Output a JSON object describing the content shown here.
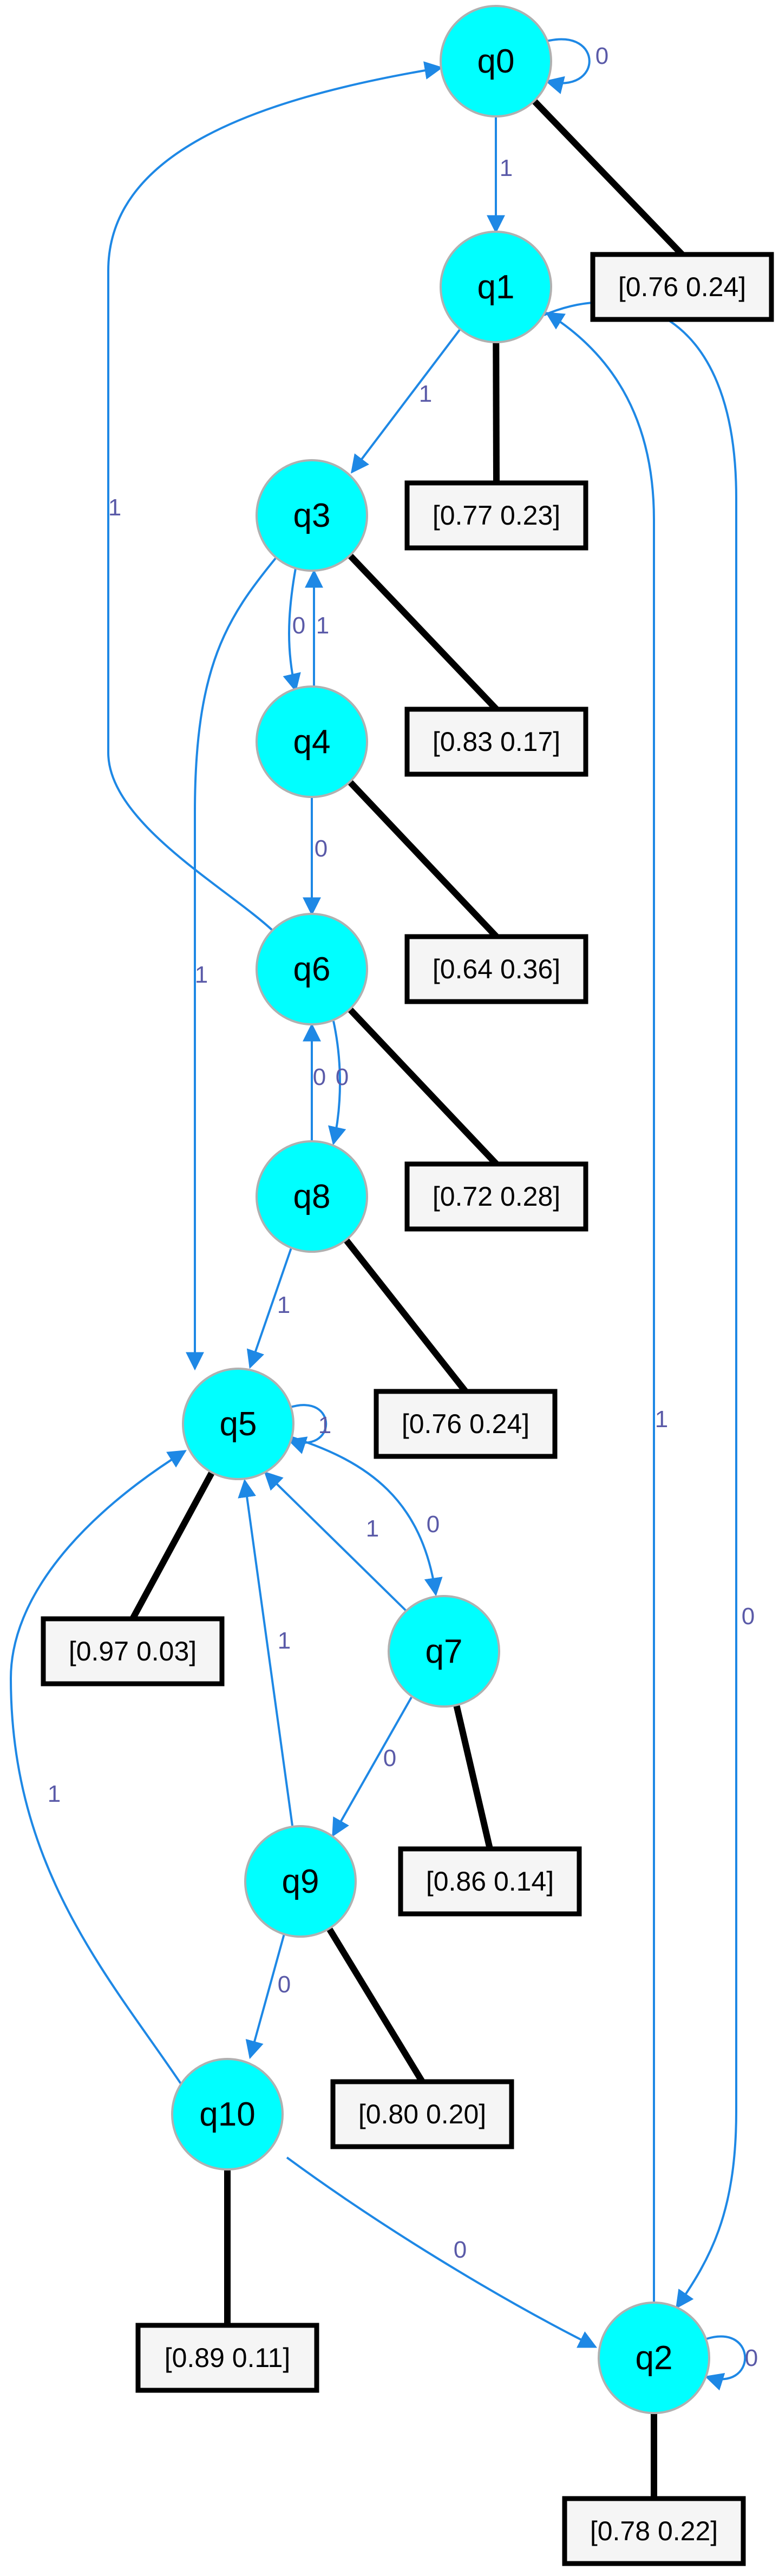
{
  "colors": {
    "node_fill": "#00ffff",
    "node_stroke": "#b0b0b0",
    "edge": "#1e88e5",
    "edge_label": "#5a5aa8",
    "box_fill": "#f5f5f5",
    "box_stroke": "#000000",
    "output_link": "#000000"
  },
  "nodes": [
    {
      "id": "q0",
      "label": "q0",
      "output": "[0.76 0.24]"
    },
    {
      "id": "q1",
      "label": "q1",
      "output": "[0.77 0.23]"
    },
    {
      "id": "q3",
      "label": "q3",
      "output": "[0.83 0.17]"
    },
    {
      "id": "q4",
      "label": "q4",
      "output": "[0.64 0.36]"
    },
    {
      "id": "q6",
      "label": "q6",
      "output": "[0.72 0.28]"
    },
    {
      "id": "q8",
      "label": "q8",
      "output": "[0.76 0.24]"
    },
    {
      "id": "q5",
      "label": "q5",
      "output": "[0.97 0.03]"
    },
    {
      "id": "q7",
      "label": "q7",
      "output": "[0.86 0.14]"
    },
    {
      "id": "q9",
      "label": "q9",
      "output": "[0.80 0.20]"
    },
    {
      "id": "q10",
      "label": "q10",
      "output": "[0.89 0.11]"
    },
    {
      "id": "q2",
      "label": "q2",
      "output": "[0.78 0.22]"
    }
  ],
  "edges": [
    {
      "id": "q0-q0",
      "from": "q0",
      "to": "q0",
      "label": "0"
    },
    {
      "id": "q0-q1",
      "from": "q0",
      "to": "q1",
      "label": "1"
    },
    {
      "id": "q1-q3",
      "from": "q1",
      "to": "q3",
      "label": "1"
    },
    {
      "id": "q1-q2",
      "from": "q1",
      "to": "q2",
      "label": "0"
    },
    {
      "id": "q3-q4",
      "from": "q3",
      "to": "q4",
      "label": "0"
    },
    {
      "id": "q3-q5",
      "from": "q3",
      "to": "q5",
      "label": "1"
    },
    {
      "id": "q4-q3",
      "from": "q4",
      "to": "q3",
      "label": "1"
    },
    {
      "id": "q4-q6",
      "from": "q4",
      "to": "q6",
      "label": "0"
    },
    {
      "id": "q6-q0",
      "from": "q6",
      "to": "q0",
      "label": "1"
    },
    {
      "id": "q6-q8",
      "from": "q6",
      "to": "q8",
      "label": "0"
    },
    {
      "id": "q8-q6",
      "from": "q8",
      "to": "q6",
      "label": "0"
    },
    {
      "id": "q8-q5",
      "from": "q8",
      "to": "q5",
      "label": "1"
    },
    {
      "id": "q5-q5",
      "from": "q5",
      "to": "q5",
      "label": "1"
    },
    {
      "id": "q5-q7",
      "from": "q5",
      "to": "q7",
      "label": "0"
    },
    {
      "id": "q7-q5",
      "from": "q7",
      "to": "q5",
      "label": "1"
    },
    {
      "id": "q7-q9",
      "from": "q7",
      "to": "q9",
      "label": "0"
    },
    {
      "id": "q9-q5",
      "from": "q9",
      "to": "q5",
      "label": "1"
    },
    {
      "id": "q9-q10",
      "from": "q9",
      "to": "q10",
      "label": "0"
    },
    {
      "id": "q10-q5",
      "from": "q10",
      "to": "q5",
      "label": "1"
    },
    {
      "id": "q10-q2",
      "from": "q10",
      "to": "q2",
      "label": "0"
    },
    {
      "id": "q2-q1",
      "from": "q2",
      "to": "q1",
      "label": "1"
    },
    {
      "id": "q2-q2",
      "from": "q2",
      "to": "q2",
      "label": "0"
    }
  ]
}
